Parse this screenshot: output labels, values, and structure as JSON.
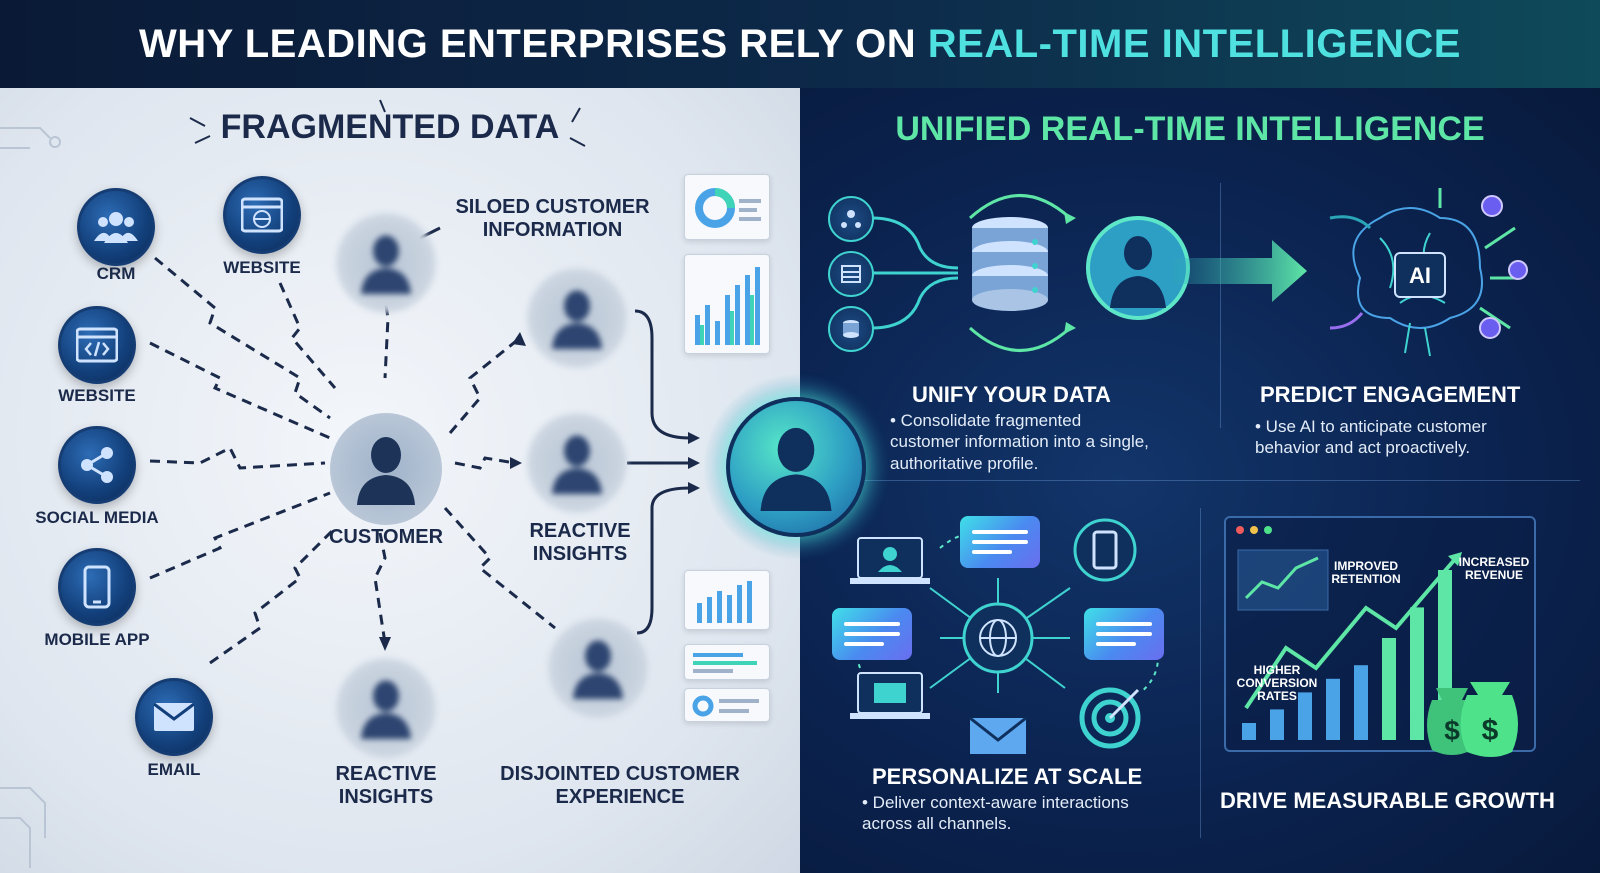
{
  "header": {
    "title_main": "WHY LEADING ENTERPRISES RELY ON ",
    "title_accent": "REAL-TIME INTELLIGENCE"
  },
  "left": {
    "title": "FRAGMENTED DATA",
    "sources": [
      {
        "label": "CRM",
        "icon": "users-icon"
      },
      {
        "label": "WEBSITE",
        "icon": "browser-globe-icon"
      },
      {
        "label": "WEBSITE",
        "icon": "code-window-icon"
      },
      {
        "label": "SOCIAL MEDIA",
        "icon": "share-icon"
      },
      {
        "label": "MOBILE APP",
        "icon": "smartphone-icon"
      },
      {
        "label": "EMAIL",
        "icon": "envelope-icon"
      }
    ],
    "customer_label": "CUSTOMER",
    "siloed_label": "SILOED CUSTOMER INFORMATION",
    "reactive_label_1": "REACTIVE INSIGHTS",
    "reactive_label_2": "REACTIVE INSIGHTS",
    "disjointed_label": "DISJOINTED CUSTOMER EXPERIENCE"
  },
  "right": {
    "title": "UNIFIED REAL-TIME INTELLIGENCE",
    "unify": {
      "title": "UNIFY YOUR DATA",
      "desc": "• Consolidate fragmented customer information into a single, authoritative profile."
    },
    "predict": {
      "title": "PREDICT ENGAGEMENT",
      "desc": "• Use AI to anticipate customer behavior and act proactively.",
      "ai_label": "AI"
    },
    "personalize": {
      "title": "PERSONALIZE AT SCALE",
      "desc": "• Deliver context-aware interactions across all channels."
    },
    "growth": {
      "title": "DRIVE MEASURABLE GROWTH",
      "labels": {
        "retention": "IMPROVED RETENTION",
        "revenue": "INCREASED REVENUE",
        "conversion": "HIGHER CONVERSION RATES"
      },
      "bars": [
        0.1,
        0.18,
        0.28,
        0.36,
        0.44,
        0.6,
        0.78,
        1.0
      ]
    }
  },
  "colors": {
    "accent": "#4fe0e0",
    "navy": "#0b2350",
    "green": "#4ee38a"
  }
}
